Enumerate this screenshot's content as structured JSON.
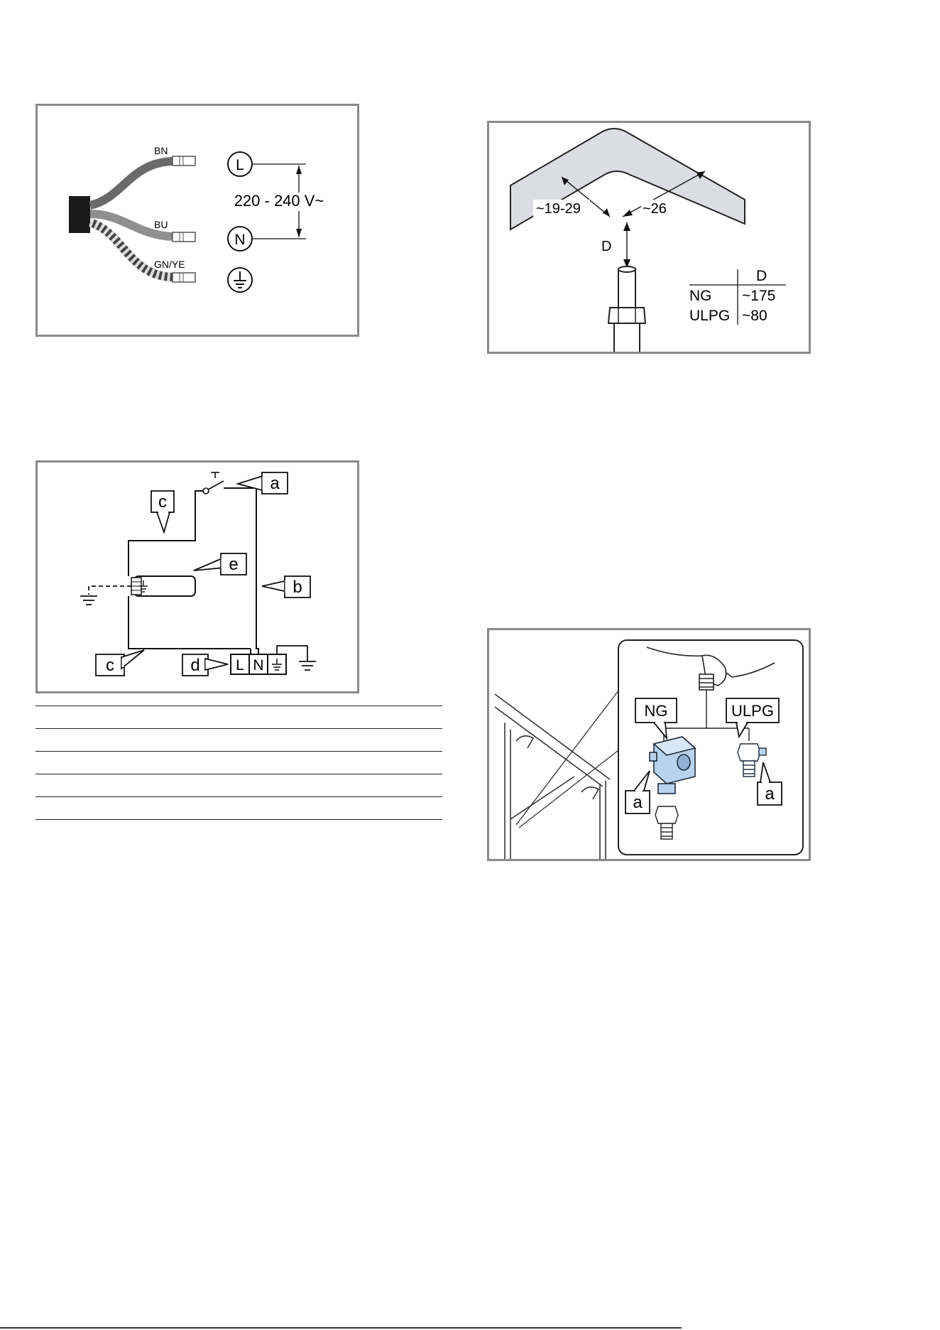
{
  "fig_wiring": {
    "wire_brown": "BN",
    "wire_blue": "BU",
    "wire_earth": "GN/YE",
    "terminal_live": "L",
    "terminal_neutral": "N",
    "voltage": "220 - 240 V~"
  },
  "fig_burner": {
    "dim_left": "~19-29",
    "dim_right": "~26",
    "dim_vertical": "D",
    "table_header": "D",
    "rows": [
      {
        "gas": "NG",
        "value": "~175"
      },
      {
        "gas": "ULPG",
        "value": "~80"
      }
    ]
  },
  "fig_circuit": {
    "callout_a": "a",
    "callout_b": "b",
    "callout_c_top": "c",
    "callout_c_bottom": "c",
    "callout_d": "d",
    "callout_e": "e",
    "terminal_live": "L",
    "terminal_neutral": "N"
  },
  "fig_connector": {
    "label_ng": "NG",
    "label_ulpg": "ULPG",
    "callout_a_left": "a",
    "callout_a_right": "a"
  },
  "colors": {
    "frame": "#8a8a8a",
    "duct": "#dcdde2",
    "fitting_blue": "#b9d3ee",
    "cable": "#1a1a1a"
  }
}
